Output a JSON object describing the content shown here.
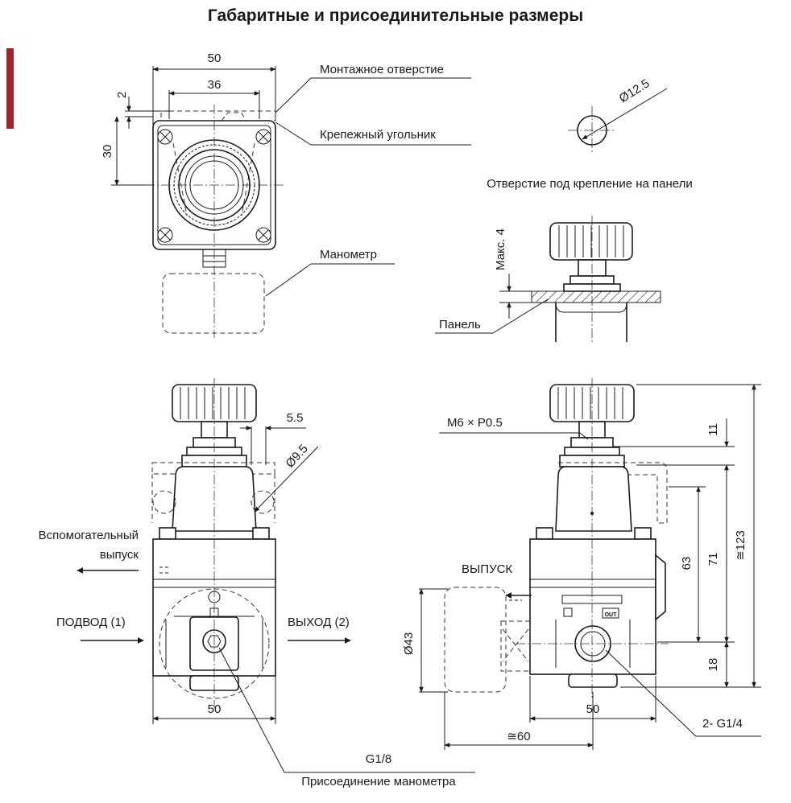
{
  "title": "Габаритные и присоединительные размеры",
  "colors": {
    "accent": "#a5232b",
    "line": "#1a1a1a"
  },
  "labels": {
    "mounting_hole": "Монтажное отверстие",
    "bracket": "Крепежный угольник",
    "gauge": "Манометр",
    "panel_hole": "Отверстие под крепление на панели",
    "panel": "Панель",
    "aux_exhaust_1": "Вспомогательный",
    "aux_exhaust_2": "выпуск",
    "inlet": "ПОДВОД (1)",
    "outlet": "ВЫХОД (2)",
    "exhaust": "ВЫПУСК",
    "gauge_connection": "Присоединение манометра",
    "out_mark": "OUT"
  },
  "dimensions": {
    "top_width": "50",
    "top_inner": "36",
    "top_offset": "2",
    "top_height": "30",
    "panel_hole_dia": "Ø12.5",
    "panel_max": "Макс. 4",
    "front_width": "50",
    "front_offset": "5.5",
    "front_hole": "Ø9.5",
    "gauge_thread": "G1/8",
    "side_thread": "M6 × P0.5",
    "side_11": "11",
    "side_63": "63",
    "side_71": "71",
    "side_123": "≅123",
    "side_18": "18",
    "side_dia43": "Ø43",
    "side_width": "50",
    "side_60": "≅60",
    "ports": "2- G1/4"
  }
}
